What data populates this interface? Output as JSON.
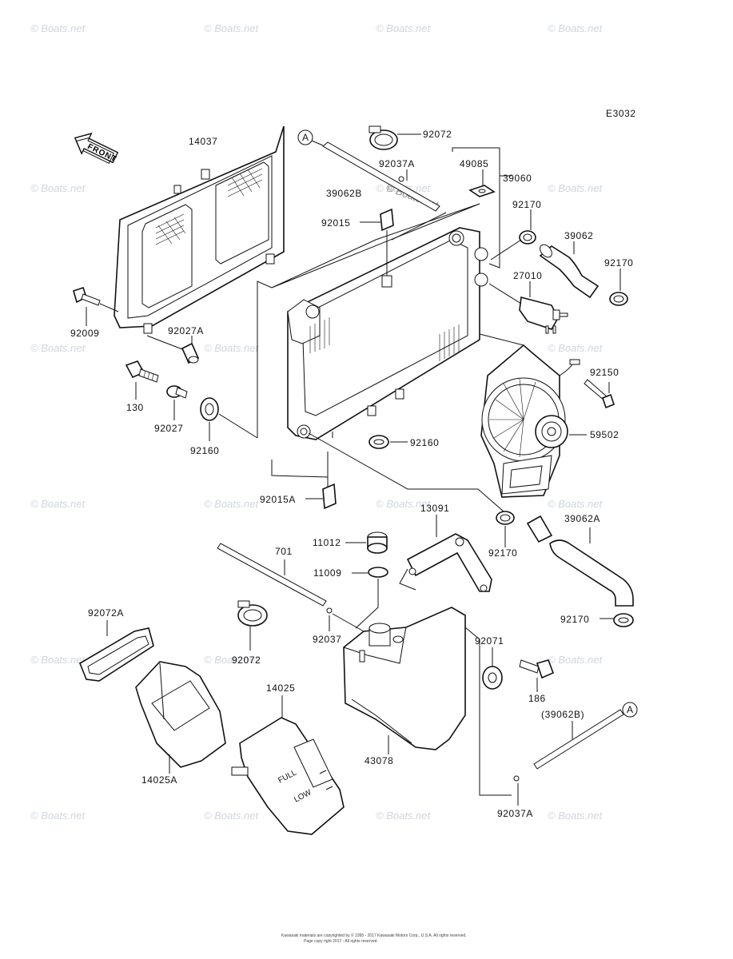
{
  "diagram_code": "E3032",
  "front_label": "FRONT",
  "ref_marker": "A",
  "watermark": "© Boats.net",
  "gauge_full": "FULL",
  "gauge_low": "LOW",
  "copyright": "Kawasaki materials are copyrighted by © 1995 - 2017 Kawasaki Motors Corp., U.S.A. All rights reserved.",
  "copyright_line2": "Page copy right 2017 - All rights reserved.",
  "parts": {
    "p14037": "14037",
    "p92072_top": "92072",
    "p92037A_top": "92037A",
    "p49085": "49085",
    "p39060": "39060",
    "p39062B": "39062B",
    "p92015": "92015",
    "p92170_a": "92170",
    "p39062": "39062",
    "p92170_b": "92170",
    "p27010": "27010",
    "p92009": "92009",
    "p92027A": "92027A",
    "p130": "130",
    "p92027": "92027",
    "p92160_l": "92160",
    "p92150": "92150",
    "p59502": "59502",
    "p92160_r": "92160",
    "p92015A": "92015A",
    "p13091": "13091",
    "p39062A": "39062A",
    "p11012": "11012",
    "p701": "701",
    "p92170_c": "92170",
    "p11009": "11009",
    "p92072A": "92072A",
    "p92170_d": "92170",
    "p92037": "92037",
    "p92071": "92071",
    "p92072_bot": "92072",
    "p186": "186",
    "p14025": "14025",
    "p39062B_ref": "(39062B)",
    "p43078": "43078",
    "p14025A": "14025A",
    "p92037A_bot": "92037A"
  }
}
